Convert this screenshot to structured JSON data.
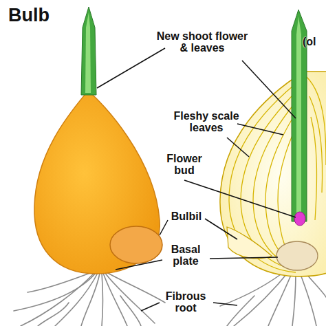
{
  "diagram": {
    "title": "Bulb",
    "labels": [
      "New shoot flower & leaves",
      "(ol",
      "Fleshy scale leaves",
      "Flower bud",
      "Bulbil",
      "Basal plate",
      "Fibrous root"
    ]
  }
}
